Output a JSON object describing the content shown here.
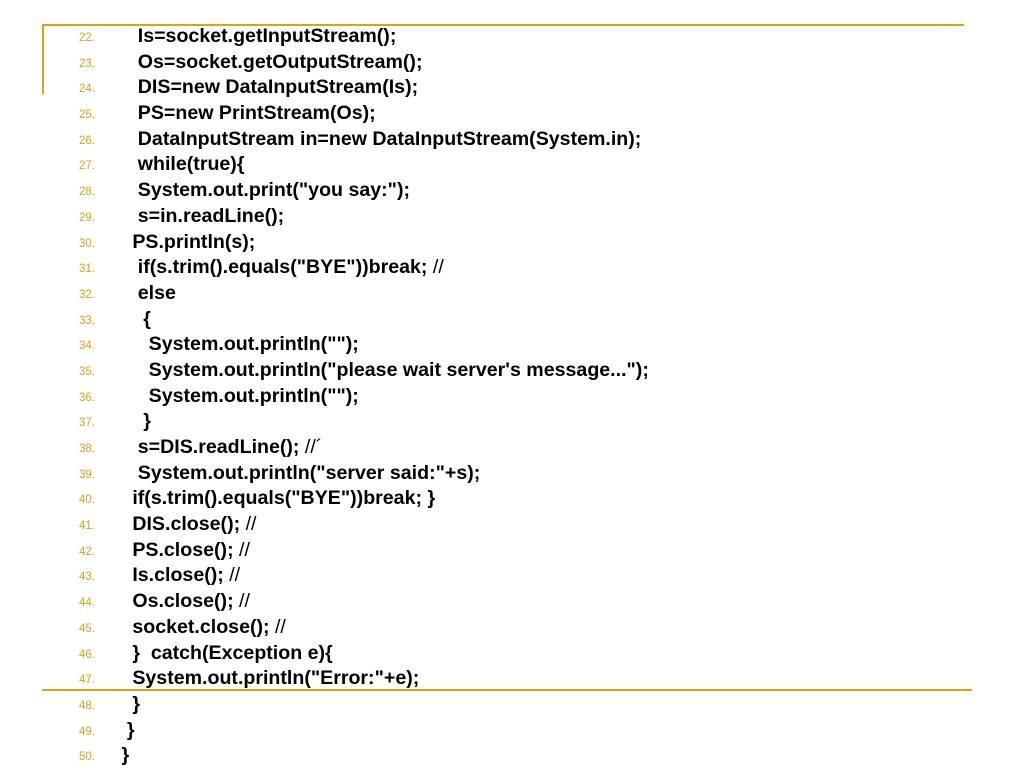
{
  "slide": {
    "accent_color": "#d9a21b",
    "text_color": "#000000",
    "lines": [
      {
        "num": "22.",
        "code": "    Is=socket.getInputStream();",
        "comment": ""
      },
      {
        "num": "23.",
        "code": "    Os=socket.getOutputStream();",
        "comment": ""
      },
      {
        "num": "24.",
        "code": "    DIS=new DataInputStream(Is);",
        "comment": ""
      },
      {
        "num": "25.",
        "code": "    PS=new PrintStream(Os);",
        "comment": ""
      },
      {
        "num": "26.",
        "code": "    DataInputStream in=new DataInputStream(System.in);",
        "comment": ""
      },
      {
        "num": "27.",
        "code": "    while(true){",
        "comment": ""
      },
      {
        "num": "28.",
        "code": "    System.out.print(\"you say:\");",
        "comment": ""
      },
      {
        "num": "29.",
        "code": "    s=in.readLine();",
        "comment": ""
      },
      {
        "num": "30.",
        "code": "   PS.println(s);",
        "comment": ""
      },
      {
        "num": "31.",
        "code": "    if(s.trim().equals(\"BYE\"))break;",
        "comment": " //"
      },
      {
        "num": "32.",
        "code": "    else",
        "comment": ""
      },
      {
        "num": "33.",
        "code": "     {",
        "comment": ""
      },
      {
        "num": "34.",
        "code": "      System.out.println(\"\");",
        "comment": ""
      },
      {
        "num": "35.",
        "code": "      System.out.println(\"please wait server's message...\");",
        "comment": ""
      },
      {
        "num": "36.",
        "code": "      System.out.println(\"\");",
        "comment": ""
      },
      {
        "num": "37.",
        "code": "     }",
        "comment": ""
      },
      {
        "num": "38.",
        "code": "    s=DIS.readLine();",
        "comment": " //´"
      },
      {
        "num": "39.",
        "code": "    System.out.println(\"server said:\"+s);",
        "comment": ""
      },
      {
        "num": "40.",
        "code": "   if(s.trim().equals(\"BYE\"))break; }",
        "comment": ""
      },
      {
        "num": "41.",
        "code": "   DIS.close();",
        "comment": " //"
      },
      {
        "num": "42.",
        "code": "   PS.close();",
        "comment": " //"
      },
      {
        "num": "43.",
        "code": "   Is.close();",
        "comment": " //"
      },
      {
        "num": "44.",
        "code": "   Os.close();",
        "comment": " //"
      },
      {
        "num": "45.",
        "code": "   socket.close();",
        "comment": " //"
      },
      {
        "num": "46.",
        "code": "   }  catch(Exception e){",
        "comment": ""
      },
      {
        "num": "47.",
        "code": "   System.out.println(\"Error:\"+e);",
        "comment": ""
      },
      {
        "num": "48.",
        "code": "   }",
        "comment": ""
      },
      {
        "num": "49.",
        "code": "  }",
        "comment": ""
      },
      {
        "num": "50.",
        "code": " }",
        "comment": ""
      }
    ]
  }
}
